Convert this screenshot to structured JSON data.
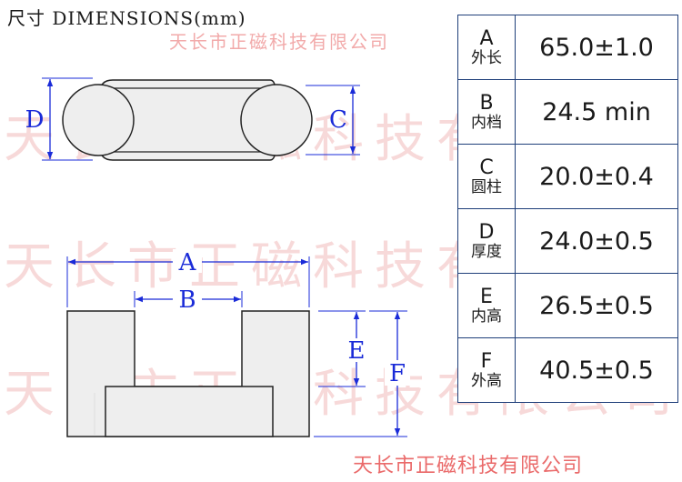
{
  "title": "尺寸 DIMENSIONS(mm)",
  "watermark": {
    "large": "天长市正磁科技有限公司",
    "top": "天长市正磁科技有限公司",
    "bottom": "天长市正磁科技有限公司"
  },
  "labels": {
    "D": "D",
    "C": "C",
    "A": "A",
    "B": "B",
    "E": "E",
    "F": "F"
  },
  "dimensions": [
    {
      "key": "A",
      "name": "外长",
      "value": "65.0±1.0"
    },
    {
      "key": "B",
      "name": "内档",
      "value": "24.5 min"
    },
    {
      "key": "C",
      "name": "圆柱",
      "value": "20.0±0.4"
    },
    {
      "key": "D",
      "name": "厚度",
      "value": "24.0±0.5"
    },
    {
      "key": "E",
      "name": "内高",
      "value": "26.5±0.5"
    },
    {
      "key": "F",
      "name": "外高",
      "value": "40.5±0.5"
    }
  ],
  "colors": {
    "dimension_line": "#1a2bd8",
    "outline": "#222222",
    "fill": "#eeeeee",
    "watermark": "#f7d9d9",
    "table_border": "#1f3f7a"
  }
}
